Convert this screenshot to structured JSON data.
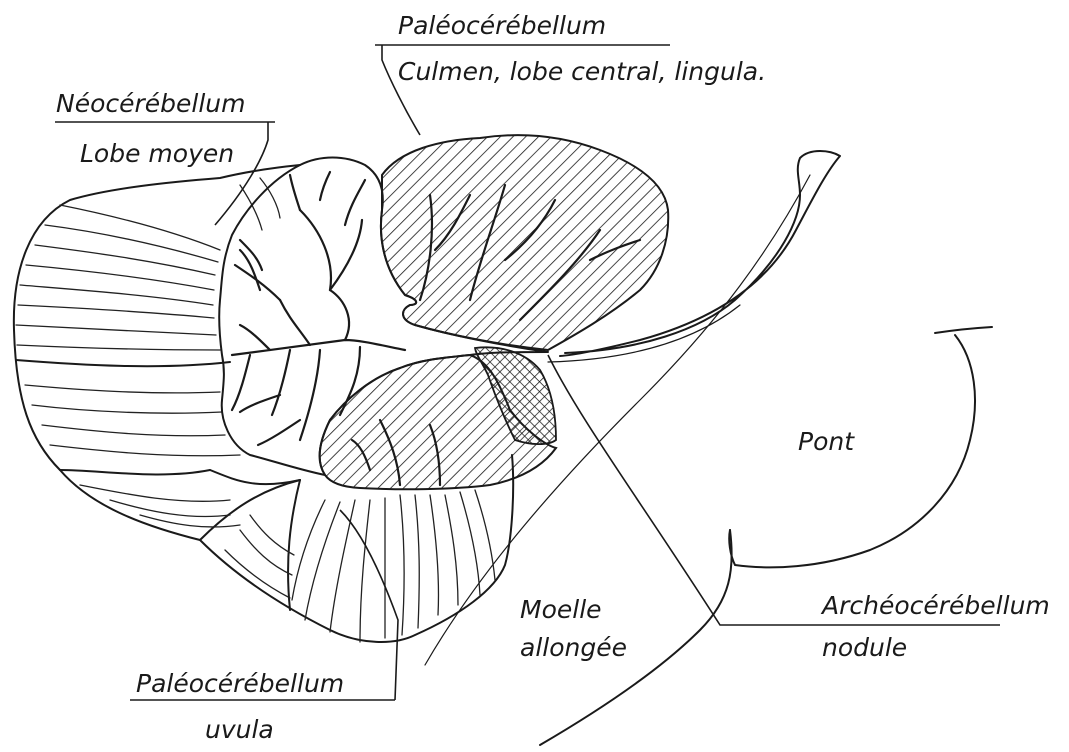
{
  "labels": {
    "paleo_top_title": "Paléocérébellum",
    "paleo_top_detail": "Culmen, lobe central, lingula.",
    "neo_title": "Néocérébellum",
    "neo_detail": "Lobe moyen",
    "pont": "Pont",
    "moelle_line1": "Moelle",
    "moelle_line2": "allongée",
    "archeo_title": "Archéocérébellum",
    "archeo_detail": "nodule",
    "paleo_bottom_title": "Paléocérébellum",
    "paleo_bottom_detail": "uvula"
  },
  "colors": {
    "ink": "#1a1a1a",
    "background": "#ffffff"
  }
}
